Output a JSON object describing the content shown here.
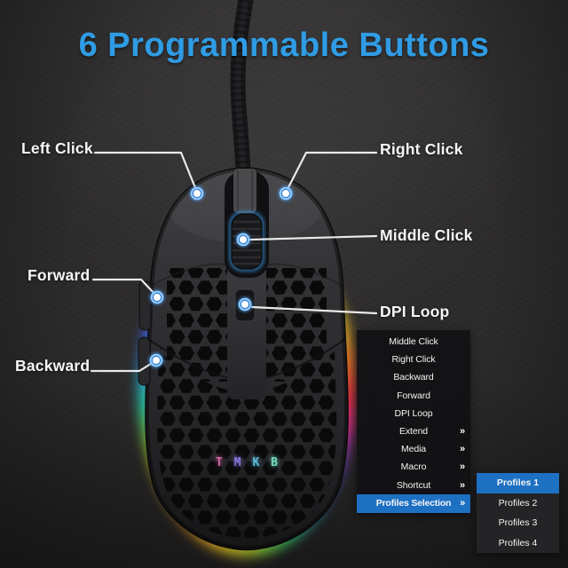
{
  "title": {
    "text": "6 Programmable Buttons"
  },
  "callouts": [
    {
      "id": "left-click",
      "label": "Left Click"
    },
    {
      "id": "right-click",
      "label": "Right Click"
    },
    {
      "id": "middle-click",
      "label": "Middle Click"
    },
    {
      "id": "forward",
      "label": "Forward"
    },
    {
      "id": "backward",
      "label": "Backward"
    },
    {
      "id": "dpi-loop",
      "label": "DPI Loop"
    }
  ],
  "menu": {
    "chevron": "»",
    "items": [
      {
        "label": "Middle Click",
        "has_submenu": false,
        "selected": false
      },
      {
        "label": "Right Click",
        "has_submenu": false,
        "selected": false
      },
      {
        "label": "Backward",
        "has_submenu": false,
        "selected": false
      },
      {
        "label": "Forward",
        "has_submenu": false,
        "selected": false
      },
      {
        "label": "DPI Loop",
        "has_submenu": false,
        "selected": false
      },
      {
        "label": "Extend",
        "has_submenu": true,
        "selected": false
      },
      {
        "label": "Media",
        "has_submenu": true,
        "selected": false
      },
      {
        "label": "Macro",
        "has_submenu": true,
        "selected": false
      },
      {
        "label": "Shortcut",
        "has_submenu": true,
        "selected": false
      },
      {
        "label": "Profiles Selection",
        "has_submenu": true,
        "selected": true
      }
    ]
  },
  "submenu": {
    "items": [
      {
        "label": "Profiles 1",
        "selected": true
      },
      {
        "label": "Profiles 2",
        "selected": false
      },
      {
        "label": "Profiles 3",
        "selected": false
      },
      {
        "label": "Profiles 4",
        "selected": false
      }
    ]
  },
  "logo": {
    "letters": [
      "T",
      "M",
      "K",
      "B"
    ]
  },
  "colors": {
    "title_blue": "#2f9ce4",
    "menu_highlight_blue": "#1d70c2",
    "marker_blue": "#4aa2ee",
    "label_white": "#f6f6f6"
  }
}
